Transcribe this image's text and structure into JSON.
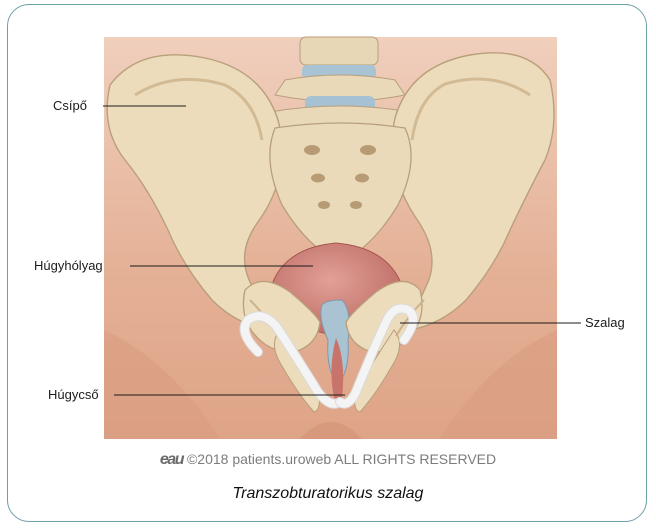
{
  "labels": {
    "csipo": "Csípő",
    "hugyholyag": "Húgyhólyag",
    "szalag": "Szalag",
    "hugycso": "Húgycső"
  },
  "copyright": {
    "logo_text": "eau",
    "text": "©2018 patients.uroweb ALL RIGHTS RESERVED"
  },
  "caption": "Transzobturatorikus szalag",
  "colors": {
    "frame": "#6f9fa8",
    "skin": "#e6b59c",
    "bone": "#ecdcbc",
    "bladder": "#d2837a",
    "sling": "#f2f2f2"
  }
}
